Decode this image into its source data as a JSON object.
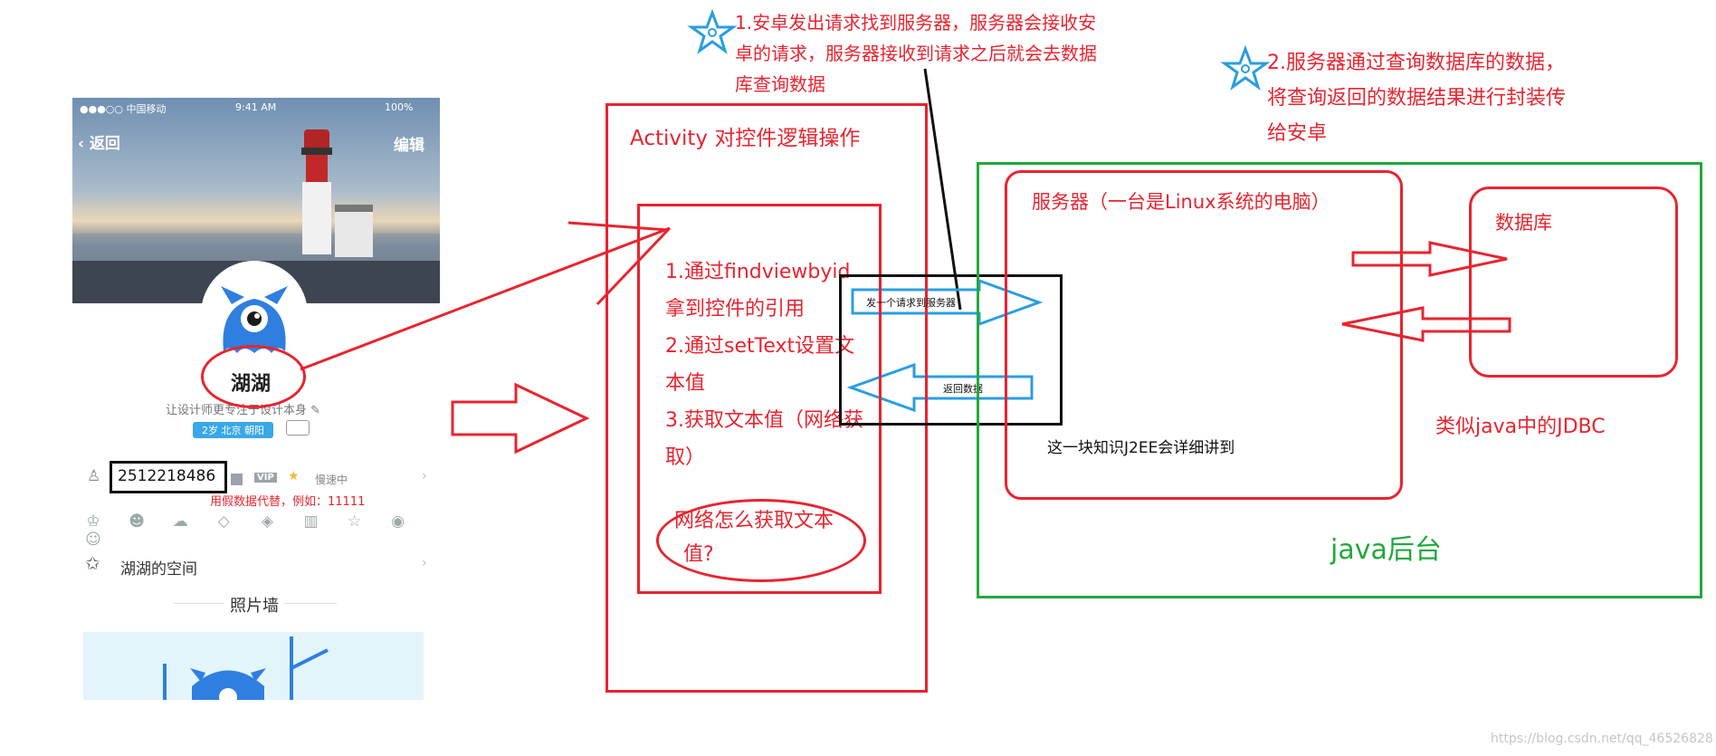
{
  "phone": {
    "carrier": "●●●○○ 中国移动 ",
    "time": "9:41 AM",
    "battery": "100%",
    "back_label": "返回",
    "edit_label": "编辑",
    "nickname": "湖湖",
    "signature": "让设计师更专注于设计本身",
    "tags": "2岁 北京 朝阳",
    "qq_number": "2512218486",
    "vip_badge": "VIP",
    "status_text": "慢速中",
    "fake_data_note": "用假数据代替，例如：11111",
    "space_label": "湖湖的空间",
    "photo_wall": "照片墙"
  },
  "notes": {
    "star_note_1": [
      "1.安卓发出请求找到服务器，服务器会接收安",
      "卓的请求，服务器接收到请求之后就会去数据",
      "库查询数据"
    ],
    "star_note_2": [
      "2.服务器通过查询数据库的数据，",
      "将查询返回的数据结果进行封装传",
      "给安卓"
    ]
  },
  "activity": {
    "title": "Activity 对控件逻辑操作",
    "steps": [
      "1.通过findviewbyid",
      "拿到控件的引用",
      "2.通过setText设置文",
      "本值",
      "3.获取文本值（网络获",
      "取）"
    ],
    "question": [
      "网络怎么获取文本",
      "值?"
    ]
  },
  "transfer": {
    "request_label": "发一个请求到服务器",
    "response_label": "返回数据"
  },
  "backend": {
    "server_title": "服务器（一台是Linux系统的电脑）",
    "j2ee_note": "这一块知识J2EE会详细讲到",
    "database_title": "数据库",
    "jdbc_note": "类似java中的JDBC",
    "backend_label": "java后台"
  },
  "watermark": "https://blog.csdn.net/qq_46526828",
  "colors": {
    "red": "#e8242f",
    "green": "#22a93c",
    "blue": "#2a9ee0",
    "black": "#111111"
  }
}
